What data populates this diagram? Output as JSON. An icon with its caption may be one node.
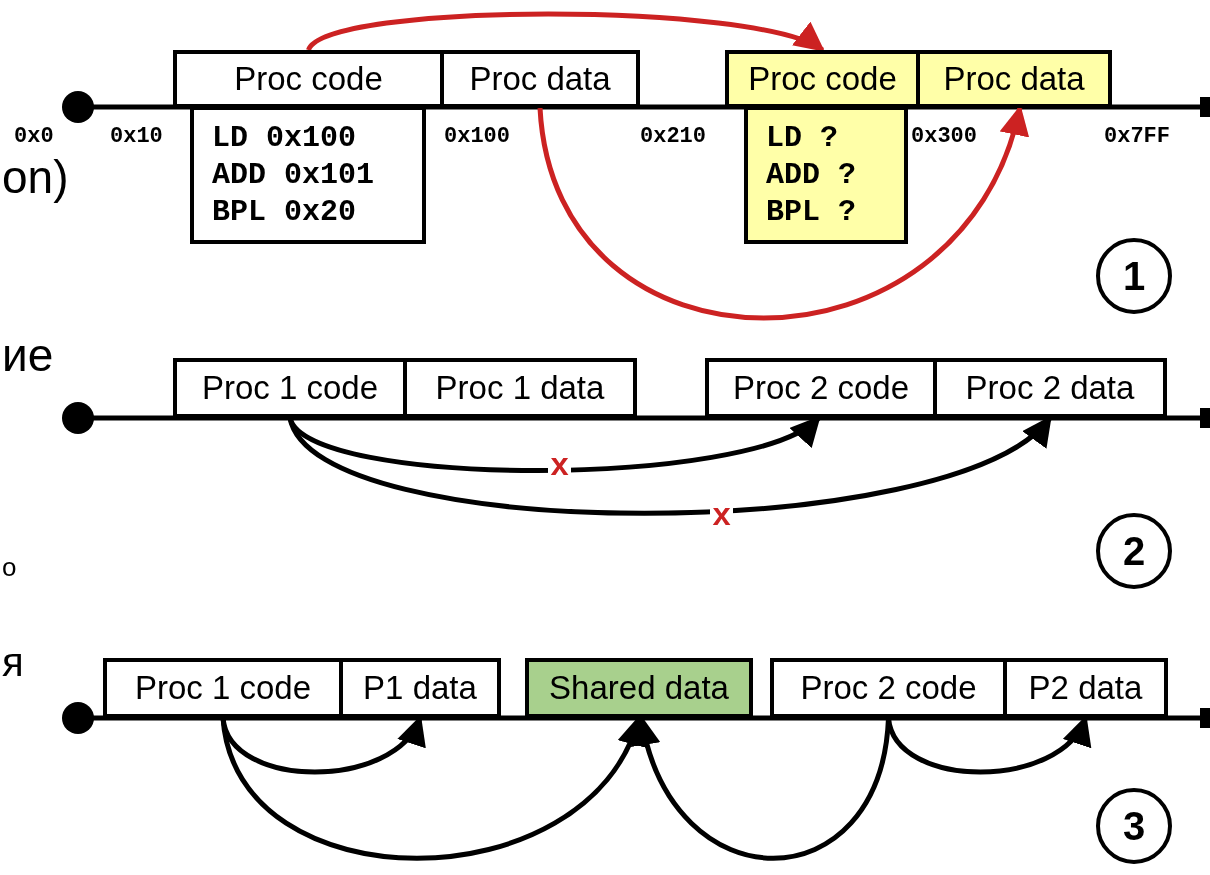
{
  "diagram": {
    "nodes": [
      {
        "text": [
          "Proc code"
        ]
      },
      {
        "text": [
          "LD 0x100",
          "ADD 0x101",
          "BPL 0x20"
        ]
      },
      {
        "text": [
          "Proc data"
        ]
      },
      {
        "text": [
          "Proc code"
        ]
      },
      {
        "text": [
          "LD ?",
          "ADD ?",
          "BPL ?"
        ]
      },
      {
        "text": [
          "Proc data"
        ]
      },
      {
        "text": [
          "1"
        ]
      },
      {
        "text": [
          "Proc 1 code"
        ]
      },
      {
        "text": [
          "Proc 1 data"
        ]
      },
      {
        "text": [
          "Proc 2 code"
        ]
      },
      {
        "text": [
          "Proc 2 data"
        ]
      },
      {
        "text": [
          "2"
        ]
      },
      {
        "text": [
          "Proc 1 code"
        ]
      },
      {
        "text": [
          "P1 data"
        ]
      },
      {
        "text": [
          "Shared data"
        ]
      },
      {
        "text": [
          "Proc 2 code"
        ]
      },
      {
        "text": [
          "P2 data"
        ]
      },
      {
        "text": [
          "3"
        ]
      }
    ],
    "edges": [
      {
        "from": 0,
        "to": 3,
        "arrow": "to",
        "color": "#cc2222"
      },
      {
        "from": 2,
        "to": 5,
        "arrow": "to",
        "color": "#cc2222"
      },
      {
        "from": 7,
        "to": 9,
        "arrow": "to"
      },
      {
        "from": 7,
        "to": 10,
        "arrow": "to"
      },
      {
        "from": 12,
        "to": 13,
        "arrow": "to"
      },
      {
        "from": 12,
        "to": 14,
        "arrow": "to"
      },
      {
        "from": 15,
        "to": 14,
        "arrow": "to"
      },
      {
        "from": 15,
        "to": 16,
        "arrow": "to"
      }
    ],
    "labels": [
      "0x0",
      "0x10",
      "0x100",
      "0x210",
      "0x300",
      "0x7FF",
      "on)",
      "ие",
      "x",
      "x",
      "о",
      "я"
    ]
  }
}
